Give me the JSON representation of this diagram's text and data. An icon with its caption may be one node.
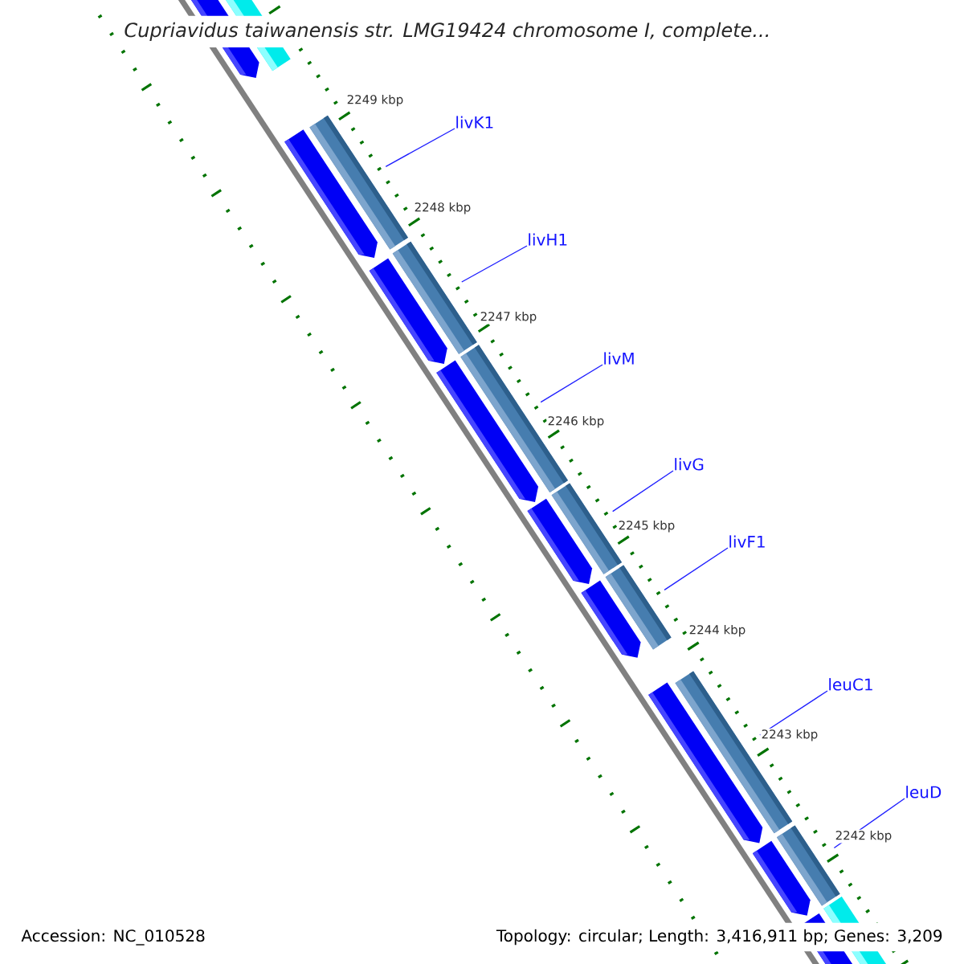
{
  "diagram": {
    "title": "Cupriavidus taiwanensis str. LMG19424 chromosome I, complete...",
    "nodes": [
      {
        "text": [
          "livK1"
        ]
      },
      {
        "text": [
          "livH1"
        ]
      },
      {
        "text": [
          "livM"
        ]
      },
      {
        "text": [
          "livG"
        ]
      },
      {
        "text": [
          "livF1"
        ]
      },
      {
        "text": [
          "leuC1"
        ]
      },
      {
        "text": [
          "leuD"
        ]
      },
      {
        "text": [],
        "shape": "bar"
      },
      {
        "text": [],
        "shape": "bar"
      },
      {
        "text": [],
        "shape": "bar"
      },
      {
        "text": [],
        "shape": "bar"
      },
      {
        "text": [],
        "shape": "bar"
      },
      {
        "text": [],
        "shape": "bar"
      },
      {
        "text": [],
        "shape": "bar"
      }
    ],
    "edges": [
      {
        "from": 0,
        "to": 7,
        "arrow": "none"
      },
      {
        "from": 1,
        "to": 8,
        "arrow": "none"
      },
      {
        "from": 2,
        "to": 9,
        "arrow": "none"
      },
      {
        "from": 3,
        "to": 10,
        "arrow": "none"
      },
      {
        "from": 4,
        "to": 11,
        "arrow": "none"
      },
      {
        "from": 5,
        "to": 12,
        "arrow": "none"
      },
      {
        "from": 6,
        "to": 13,
        "arrow": "none"
      }
    ],
    "labels": [
      "2249 kbp",
      "2248 kbp",
      "2247 kbp",
      "2246 kbp",
      "2245 kbp",
      "2244 kbp",
      "2243 kbp",
      "2242 kbp",
      "Accession: NC_010528",
      "Topology: circular; Length: 3,416,911 bp; Genes: 3,209"
    ]
  }
}
